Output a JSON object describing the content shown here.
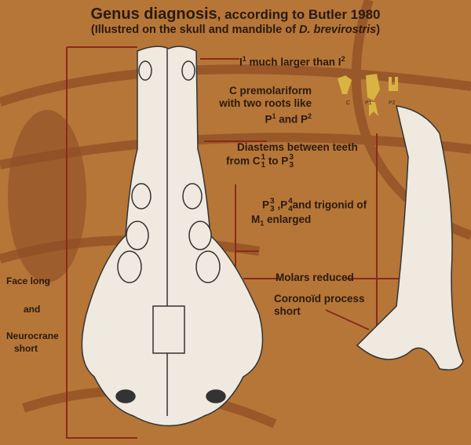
{
  "title": {
    "main": "Genus diagnosis",
    "rest": ", according to Butler 1980"
  },
  "subtitle": {
    "before": "(Illustred on the skull and mandible of ",
    "italic": "D. brevirostris",
    "after": ")"
  },
  "labels": {
    "incisor": {
      "a": "I",
      "a_sup": "1",
      "b": " much  larger than I",
      "b_sup": "2"
    },
    "canine": {
      "line1": "C premolariform",
      "line2": "with two roots like",
      "line3_a": "P",
      "sup1": "1",
      "line3_b": " and P",
      "sup2": "2"
    },
    "diastems": {
      "line1": "Diastems  between  teeth",
      "from": "from C",
      "c_up": "1",
      "c_down": "1",
      "to": " to P",
      "p_up": "3",
      "p_down": "3"
    },
    "premolars": {
      "p": "P",
      "p3_up": "3",
      "p3_down": "3",
      "comma": " ,P",
      "p4_up": "4",
      "p4_down": "4",
      "rest": "and trigonid of",
      "m": "M",
      "m_sub": "1",
      "m_rest": " enlarged"
    },
    "molars": "Molars reduced",
    "coronoid": {
      "line1": "Coronoïd process",
      "line2": "short"
    },
    "face": {
      "line1": "Face long",
      "line2": "and",
      "line3": "Neurocrane",
      "line4": "short"
    }
  },
  "tooth_labels": [
    "C",
    "P1",
    "P2"
  ],
  "colors": {
    "background": "#b67638",
    "swirl": "#8e4c24",
    "pointer_line": "#8b2a1a",
    "bone": "#efe9df"
  }
}
